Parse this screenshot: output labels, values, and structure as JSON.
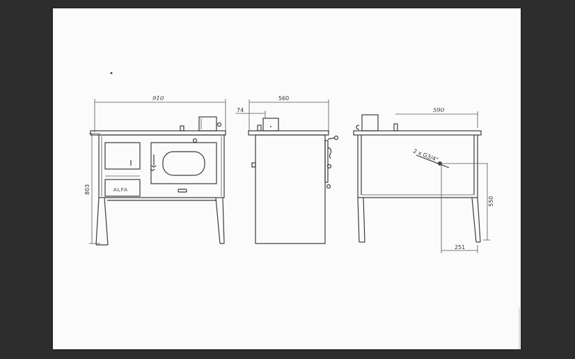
{
  "drawing": {
    "front_view": {
      "width_label": "910",
      "height_label": "803",
      "logo_text": "ALFA"
    },
    "side_view": {
      "depth_label": "560",
      "offset_label": "74"
    },
    "back_view": {
      "width_label": "590",
      "connection_label": "2 x G3/4\"",
      "height_label": "550",
      "offset_label": "251"
    }
  },
  "colors": {
    "viewer_background": "#2d2d2d",
    "paper": "#fbfbfb",
    "ink": "#3a3a3a"
  }
}
